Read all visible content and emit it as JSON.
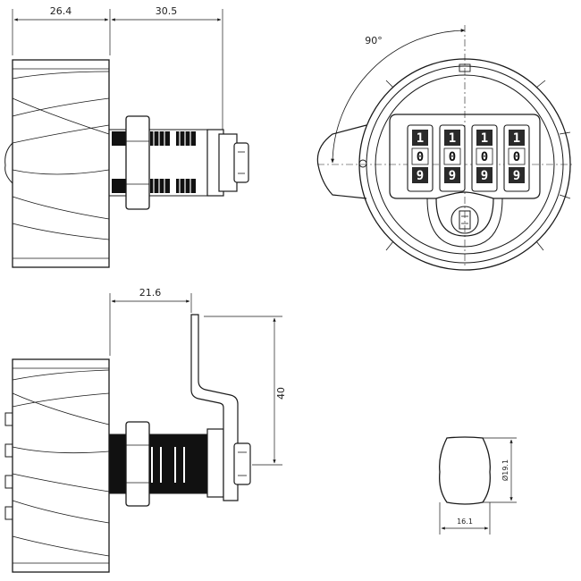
{
  "dimensions": {
    "body_depth": "26.4",
    "shaft_length": "30.5",
    "cam_offset": "21.6",
    "cam_height": "40",
    "rotation_angle": "90°",
    "cutout_diameter": "Ø19.1",
    "cutout_flat": "16.1"
  },
  "dials": {
    "top_row": [
      "1",
      "1",
      "1",
      "1"
    ],
    "middle_row": [
      "0",
      "0",
      "0",
      "0"
    ],
    "bottom_row": [
      "9",
      "9",
      "9",
      "9"
    ]
  },
  "colors": {
    "line": "#1a1a1a",
    "thread": "#111111",
    "dial": "#2a2a2a"
  }
}
